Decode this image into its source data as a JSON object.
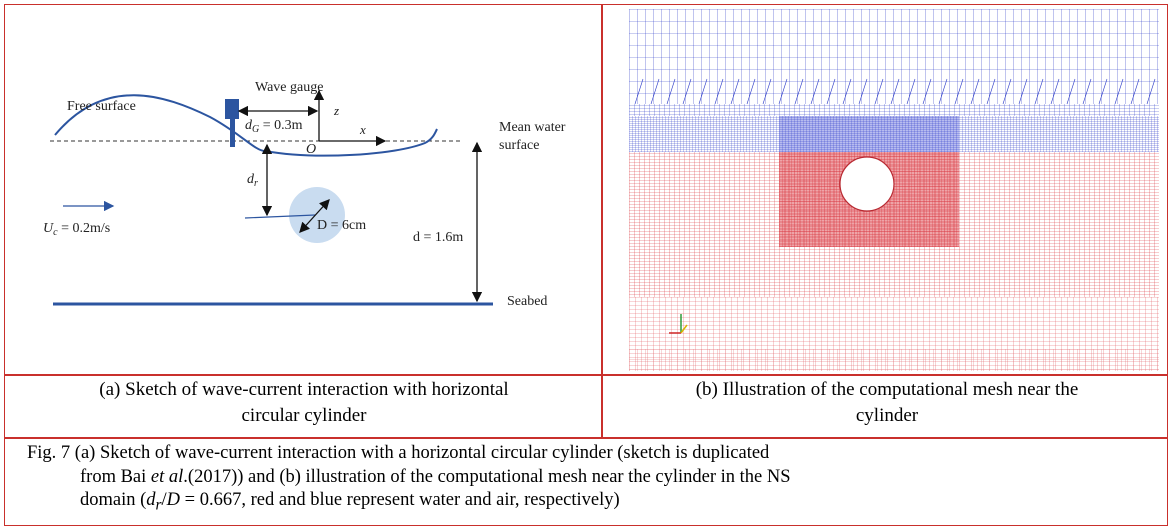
{
  "sketch": {
    "free_surface": "Free surface",
    "wave_gauge": "Wave gauge",
    "z_axis": "z",
    "x_axis": "x",
    "origin": "O",
    "dg_sym": "d",
    "dg_sub": "G",
    "dg_val": " = 0.3m",
    "mean_water_1": "Mean water",
    "mean_water_2": "surface",
    "dr_sym": "d",
    "dr_sub": "r",
    "uc_sym": "U",
    "uc_sub": "c",
    "uc_val": " = 0.2m/s",
    "diameter": "D = 6cm",
    "depth": "d = 1.6m",
    "seabed": "Seabed"
  },
  "captions": {
    "a_line1": "(a) Sketch of wave-current interaction with horizontal",
    "a_line2": "circular cylinder",
    "b_line1": "(b) Illustration of the computational mesh near the",
    "b_line2": "cylinder"
  },
  "main_caption": {
    "line1": "Fig. 7 (a) Sketch of wave-current interaction with a horizontal circular cylinder (sketch is duplicated",
    "line2_pre": "from Bai ",
    "line2_em": "et al",
    "line2_post": ".(2017)) and (b) illustration of the computational mesh near the cylinder in the NS",
    "line3_pre": "domain (",
    "line3_d": "d",
    "line3_r": "r",
    "line3_slash": "/",
    "line3_D": "D",
    "line3_post": " = 0.667, red and blue represent water and air, respectively)"
  },
  "colors": {
    "border": "#c9302c",
    "water_mesh": "#d9363e",
    "air_mesh": "#2a39c8",
    "sketch_line": "#2c55a0",
    "cylinder_fill": "#c9dcf0"
  }
}
